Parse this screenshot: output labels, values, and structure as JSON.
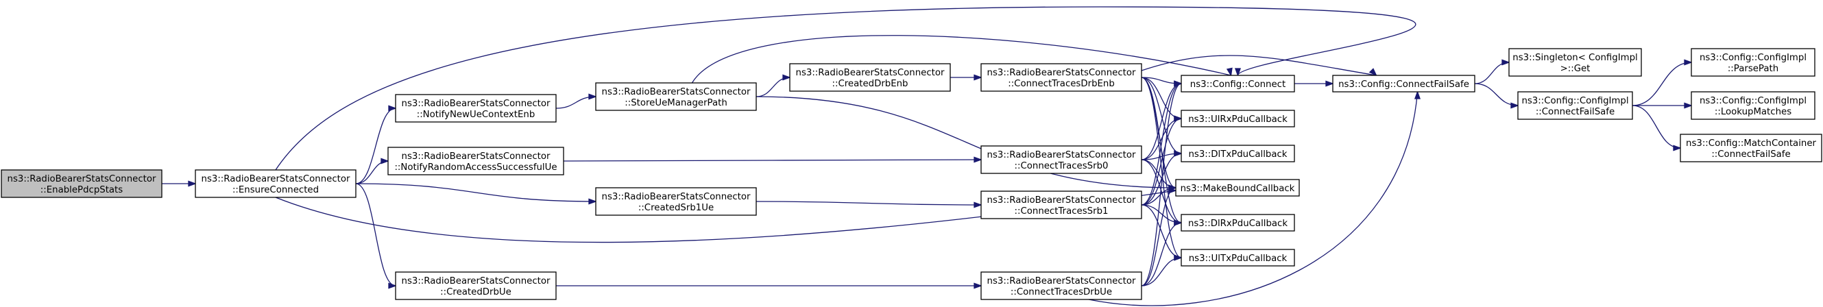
{
  "edge_color": "#191970",
  "root_fill": "#bfbfbf",
  "nodes": {
    "enable_pdcp_stats": {
      "lines": [
        "ns3::RadioBearerStatsConnector",
        "::EnablePdcpStats"
      ]
    },
    "ensure_connected": {
      "lines": [
        "ns3::RadioBearerStatsConnector",
        "::EnsureConnected"
      ]
    },
    "notify_new_ue_context_enb": {
      "lines": [
        "ns3::RadioBearerStatsConnector",
        "::NotifyNewUeContextEnb"
      ]
    },
    "notify_random_access_successful_ue": {
      "lines": [
        "ns3::RadioBearerStatsConnector",
        "::NotifyRandomAccessSuccessfulUe"
      ]
    },
    "created_srb1_ue": {
      "lines": [
        "ns3::RadioBearerStatsConnector",
        "::CreatedSrb1Ue"
      ]
    },
    "created_drb_ue": {
      "lines": [
        "ns3::RadioBearerStatsConnector",
        "::CreatedDrbUe"
      ]
    },
    "store_ue_manager_path": {
      "lines": [
        "ns3::RadioBearerStatsConnector",
        "::StoreUeManagerPath"
      ]
    },
    "created_drb_enb": {
      "lines": [
        "ns3::RadioBearerStatsConnector",
        "::CreatedDrbEnb"
      ]
    },
    "connect_traces_drb_enb": {
      "lines": [
        "ns3::RadioBearerStatsConnector",
        "::ConnectTracesDrbEnb"
      ]
    },
    "connect_traces_srb0": {
      "lines": [
        "ns3::RadioBearerStatsConnector",
        "::ConnectTracesSrb0"
      ]
    },
    "connect_traces_srb1": {
      "lines": [
        "ns3::RadioBearerStatsConnector",
        "::ConnectTracesSrb1"
      ]
    },
    "connect_traces_drb_ue": {
      "lines": [
        "ns3::RadioBearerStatsConnector",
        "::ConnectTracesDrbUe"
      ]
    },
    "config_connect": {
      "lines": [
        "ns3::Config::Connect"
      ]
    },
    "ul_rx_pdu_callback": {
      "lines": [
        "ns3::UlRxPduCallback"
      ]
    },
    "dl_tx_pdu_callback": {
      "lines": [
        "ns3::DlTxPduCallback"
      ]
    },
    "make_bound_callback": {
      "lines": [
        "ns3::MakeBoundCallback"
      ]
    },
    "dl_rx_pdu_callback": {
      "lines": [
        "ns3::DlRxPduCallback"
      ]
    },
    "ul_tx_pdu_callback": {
      "lines": [
        "ns3::UlTxPduCallback"
      ]
    },
    "config_connect_fail_safe": {
      "lines": [
        "ns3::Config::ConnectFailSafe"
      ]
    },
    "singleton_get": {
      "lines": [
        "ns3::Singleton< ConfigImpl",
        " >::Get"
      ]
    },
    "config_impl_connect_fail_safe": {
      "lines": [
        "ns3::Config::ConfigImpl",
        "::ConnectFailSafe"
      ]
    },
    "config_impl_parse_path": {
      "lines": [
        "ns3::Config::ConfigImpl",
        "::ParsePath"
      ]
    },
    "config_impl_lookup_matches": {
      "lines": [
        "ns3::Config::ConfigImpl",
        "::LookupMatches"
      ]
    },
    "match_container_connect_fail_safe": {
      "lines": [
        "ns3::Config::MatchContainer",
        "::ConnectFailSafe"
      ]
    }
  }
}
